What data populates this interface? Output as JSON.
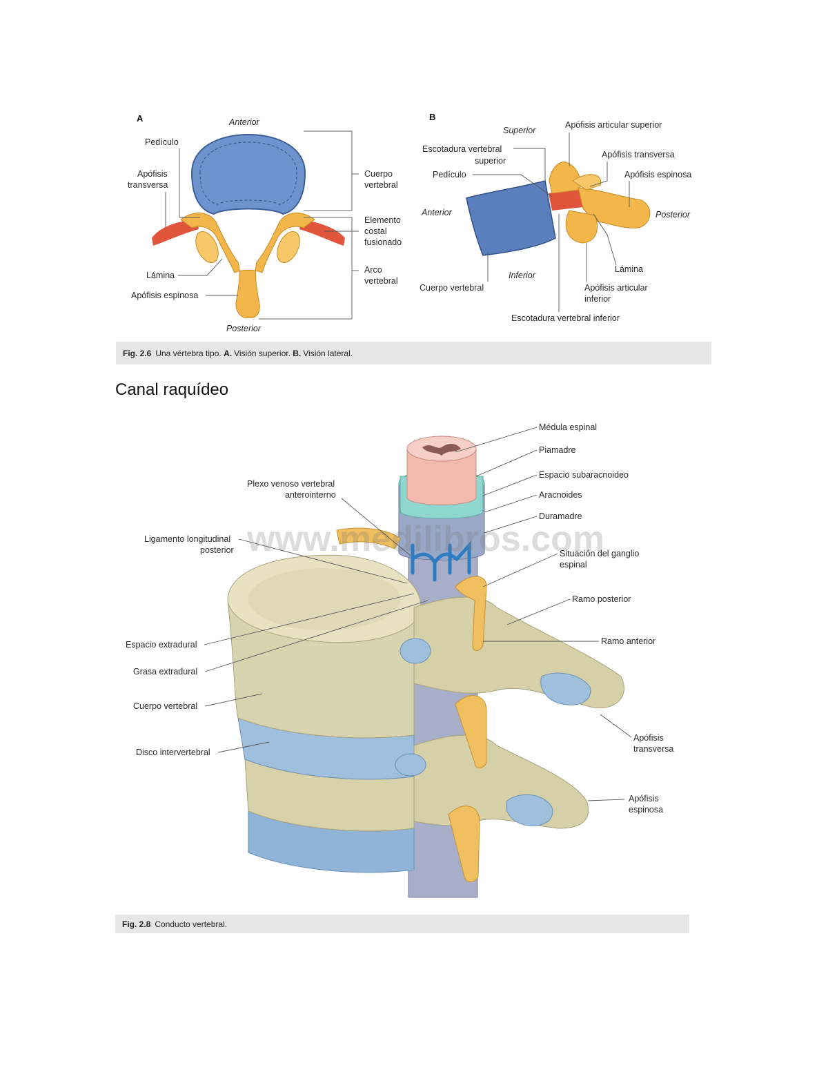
{
  "figure_2_6": {
    "panel_a": {
      "letter": "A",
      "labels": {
        "anterior": "Anterior",
        "posterior": "Posterior",
        "pediculo": "Pedículo",
        "apofisis_transversa_1": "Apófisis",
        "apofisis_transversa_2": "transversa",
        "cuerpo_vertebral_1": "Cuerpo",
        "cuerpo_vertebral_2": "vertebral",
        "elemento_costal_1": "Elemento",
        "elemento_costal_2": "costal",
        "elemento_costal_3": "fusionado",
        "arco_vertebral_1": "Arco",
        "arco_vertebral_2": "vertebral",
        "lamina": "Lámina",
        "apofisis_espinosa": "Apófisis espinosa"
      }
    },
    "panel_b": {
      "letter": "B",
      "labels": {
        "superior": "Superior",
        "inferior": "Inferior",
        "anterior": "Anterior",
        "posterior": "Posterior",
        "apofisis_articular_superior": "Apófisis articular superior",
        "escotadura_superior_1": "Escotadura vertebral",
        "escotadura_superior_2": "superior",
        "apofisis_transversa": "Apófisis transversa",
        "pediculo": "Pedículo",
        "apofisis_espinosa": "Apófisis espinosa",
        "lamina": "Lámina",
        "cuerpo_vertebral": "Cuerpo vertebral",
        "apofisis_articular_inferior_1": "Apófisis articular",
        "apofisis_articular_inferior_2": "inferior",
        "escotadura_inferior": "Escotadura vertebral inferior"
      }
    },
    "caption": {
      "number": "Fig. 2.6",
      "text": "Una vértebra tipo.",
      "a_letter": "A.",
      "a_text": "Visión superior.",
      "b_letter": "B.",
      "b_text": "Visión lateral."
    }
  },
  "section_heading": "Canal raquídeo",
  "figure_2_8": {
    "watermark": "www.medilibros.com",
    "labels": {
      "medula_espinal": "Médula espinal",
      "piamadre": "Piamadre",
      "espacio_subaracnoideo": "Espacio subaracnoideo",
      "aracnoides": "Aracnoides",
      "duramadre": "Duramadre",
      "plexo_1": "Plexo venoso vertebral",
      "plexo_2": "anterointerno",
      "ligamento_1": "Ligamento longitudinal",
      "ligamento_2": "posterior",
      "ganglio_1": "Situación del ganglio",
      "ganglio_2": "espinal",
      "ramo_posterior": "Ramo posterior",
      "ramo_anterior": "Ramo anterior",
      "espacio_extradural": "Espacio extradural",
      "grasa_extradural": "Grasa extradural",
      "cuerpo_vertebral": "Cuerpo vertebral",
      "disco_intervertebral": "Disco intervertebral",
      "apofisis_transversa_1": "Apófisis",
      "apofisis_transversa_2": "transversa",
      "apofisis_espinosa_1": "Apófisis",
      "apofisis_espinosa_2": "espinosa"
    },
    "caption": {
      "number": "Fig. 2.8",
      "text": "Conducto vertebral."
    }
  },
  "colors": {
    "bone": "#f2b64a",
    "bone_dark": "#d9952a",
    "vertebral_body_blue": "#6f93cc",
    "costal_red": "#e2553d",
    "bone_beige": "#d9d4b0",
    "disc_blue": "#9fc0dc",
    "cord_pink": "#f2b9ae",
    "dura_teal": "#8fd6cf",
    "vein_blue": "#2f7dc0",
    "nerve_yellow": "#f0c060",
    "caption_gray": "#e6e6e6"
  }
}
